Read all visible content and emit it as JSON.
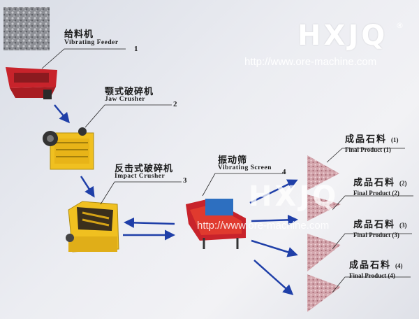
{
  "brand": {
    "logo": "HXJQ",
    "reg": "®",
    "url": "http://www.ore-machine.com"
  },
  "steps": [
    {
      "cn": "给料机",
      "en": "Vibrating Feeder",
      "num": "1"
    },
    {
      "cn": "颚式破碎机",
      "en": "Jaw Crusher",
      "num": "2"
    },
    {
      "cn": "反击式破碎机",
      "en": "Impact Crusher",
      "num": "3"
    },
    {
      "cn": "振动筛",
      "en": "Vibrating Screen",
      "num": "4"
    }
  ],
  "products": [
    {
      "cn": "成品石料",
      "idx": "(1)",
      "en": "Final Product (1)"
    },
    {
      "cn": "成品石料",
      "idx": "(2)",
      "en": "Final Product (2)"
    },
    {
      "cn": "成品石料",
      "idx": "(3)",
      "en": "Final Product (3)"
    },
    {
      "cn": "成品石料",
      "idx": "(4)",
      "en": "Final Product (4)"
    }
  ],
  "colors": {
    "arrow": "#1f3fa8",
    "machine_red": "#c8232b",
    "machine_yellow": "#f0c020",
    "product_pink": "#cf9aa3"
  }
}
